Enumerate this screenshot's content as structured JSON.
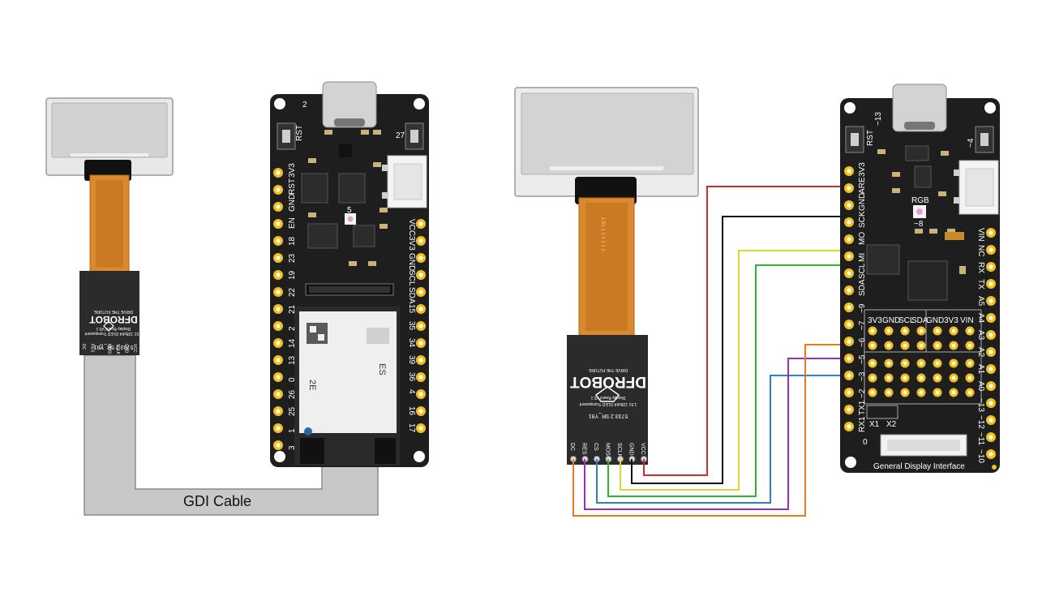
{
  "cable_label": "GDI Cable",
  "display_module": {
    "brand": "DFROBOT",
    "tagline": "DRIVE THE FUTURE",
    "desc_1": "1.51 128x64 OLED Transparent",
    "desc_2": "Display Board V0.1",
    "part_number": "5733 2 5R_Y91",
    "ribbon_text": "1.51 1 1 1 1 1 1",
    "pins": [
      "DC",
      "RES",
      "CS",
      "MOSI",
      "SCLK",
      "GND",
      "VCC"
    ]
  },
  "esp32_board": {
    "left_pins": [
      "3V3",
      "RST",
      "GND",
      "EN",
      "18",
      "23",
      "19",
      "22",
      "21",
      "2",
      "14",
      "13",
      "0",
      "26",
      "25",
      "1",
      "3"
    ],
    "right_pins": [
      "VCC",
      "3V3",
      "GND",
      "SCL",
      "SDA",
      "15",
      "35",
      "34",
      "39",
      "36",
      "4",
      "16",
      "17"
    ],
    "top_labels": [
      "2",
      "27"
    ],
    "rst_label": "RST",
    "led_label": "5",
    "module_label": "ES",
    "module_code": "2E"
  },
  "controller_board": {
    "top_labels": [
      "~13",
      "~4"
    ],
    "rst_label": "RST",
    "rgb_label": "RGB",
    "rgb_pin": "~8",
    "left_pins": [
      "3V3",
      "ARE",
      "GND",
      "SCK",
      "MO",
      "MI",
      "SCL",
      "SDA",
      "~9",
      "~7",
      "~6",
      "~5",
      "~3",
      "~2",
      "TX1",
      "RX1"
    ],
    "right_pins": [
      "VIN",
      "NC",
      "RX",
      "TX",
      "A5",
      "A4",
      "A3",
      "A2",
      "A1",
      "A0",
      "~13",
      "~12",
      "~11",
      "~10"
    ],
    "header_labels": [
      "3V3",
      "GND",
      "SCL",
      "SDA",
      "GND",
      "3V3",
      "VIN"
    ],
    "x1": "X1",
    "x2": "X2",
    "zero": "0",
    "gdi_label": "General Display Interface"
  },
  "wire_colors": {
    "vcc": "#d42a2a",
    "gnd": "#111111",
    "sclk": "#d8d832",
    "mosi": "#2fb82f",
    "cs": "#2f7fcc",
    "res": "#9b2fbf",
    "dc": "#ea7a1c"
  }
}
